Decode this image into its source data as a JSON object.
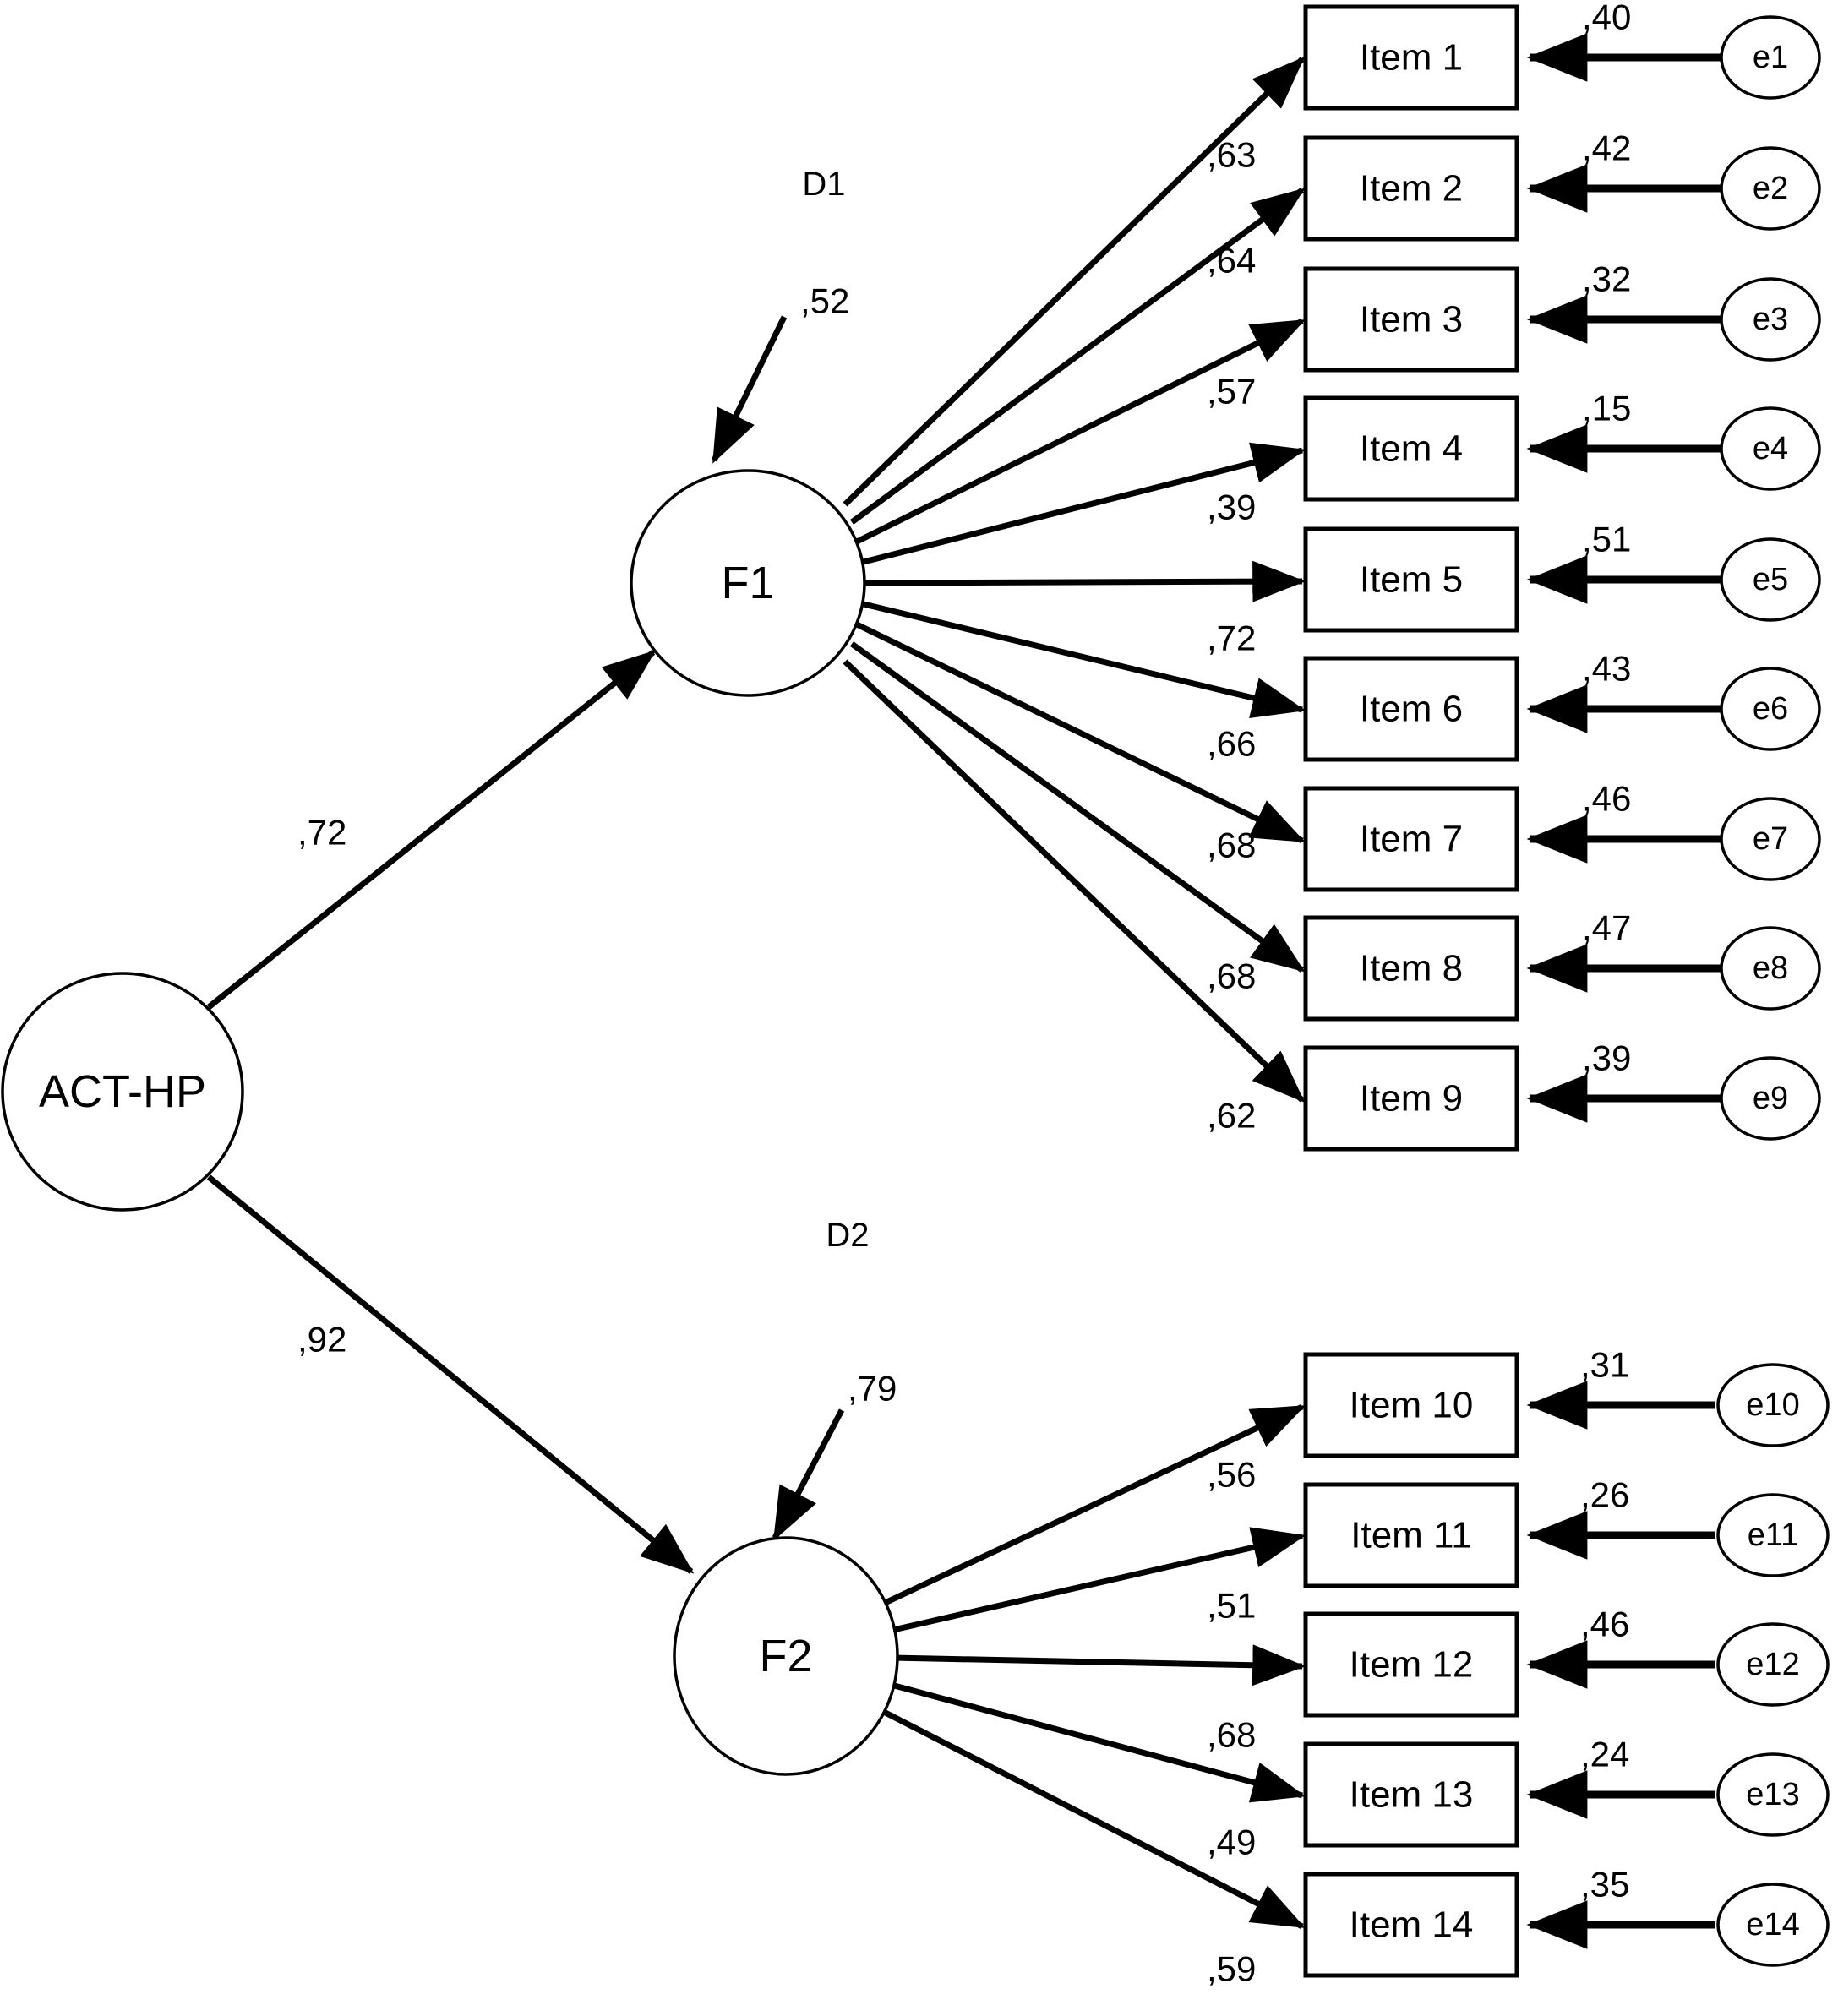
{
  "diagram": {
    "type": "sem-path-diagram",
    "title": "",
    "background_color": "#ffffff",
    "stroke_color": "#000000"
  },
  "second_order_factor": {
    "name": "ACT-HP",
    "shape": "circle"
  },
  "disturbances": [
    {
      "id": "D1",
      "label": "D1",
      "coefficient": ",52",
      "target": "F1"
    },
    {
      "id": "D2",
      "label": "D2",
      "coefficient": ",79",
      "target": "F2"
    }
  ],
  "structural_paths": [
    {
      "from": "ACT-HP",
      "to": "F1",
      "coefficient": ",72"
    },
    {
      "from": "ACT-HP",
      "to": "F2",
      "coefficient": ",92"
    }
  ],
  "factors": [
    {
      "id": "F1",
      "label": "F1",
      "shape": "circle"
    },
    {
      "id": "F2",
      "label": "F2",
      "shape": "circle"
    }
  ],
  "indicators": [
    {
      "item": "Item 1",
      "loading": ",63",
      "error": "e1",
      "error_variance": ",40",
      "factor": "F1"
    },
    {
      "item": "Item 2",
      "loading": ",64",
      "error": "e2",
      "error_variance": ",42",
      "factor": "F1"
    },
    {
      "item": "Item 3",
      "loading": ",57",
      "error": "e3",
      "error_variance": ",32",
      "factor": "F1"
    },
    {
      "item": "Item 4",
      "loading": ",39",
      "error": "e4",
      "error_variance": ",15",
      "factor": "F1"
    },
    {
      "item": "Item 5",
      "loading": ",72",
      "error": "e5",
      "error_variance": ",51",
      "factor": "F1"
    },
    {
      "item": "Item 6",
      "loading": ",66",
      "error": "e6",
      "error_variance": ",43",
      "factor": "F1"
    },
    {
      "item": "Item 7",
      "loading": ",68",
      "error": "e7",
      "error_variance": ",46",
      "factor": "F1"
    },
    {
      "item": "Item 8",
      "loading": ",68",
      "error": "e8",
      "error_variance": ",47",
      "factor": "F1"
    },
    {
      "item": "Item 9",
      "loading": ",62",
      "error": "e9",
      "error_variance": ",39",
      "factor": "F1"
    },
    {
      "item": "Item 10",
      "loading": ",56",
      "error": "e10",
      "error_variance": ",31",
      "factor": "F2"
    },
    {
      "item": "Item 11",
      "loading": ",51",
      "error": "e11",
      "error_variance": ",26",
      "factor": "F2"
    },
    {
      "item": "Item 12",
      "loading": ",68",
      "error": "e12",
      "error_variance": ",46",
      "factor": "F2"
    },
    {
      "item": "Item 13",
      "loading": ",49",
      "error": "e13",
      "error_variance": ",24",
      "factor": "F2"
    },
    {
      "item": "Item 14",
      "loading": ",59",
      "error": "e14",
      "error_variance": ",35",
      "factor": "F2"
    }
  ]
}
